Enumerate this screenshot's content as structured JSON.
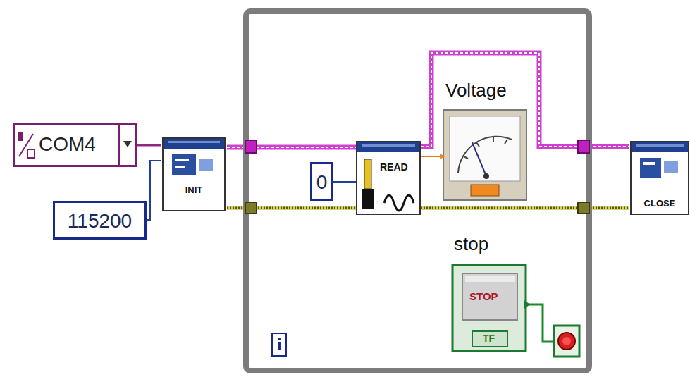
{
  "diagram": {
    "nodes": [
      {
        "text": [
          "COM4"
        ]
      },
      {
        "text": [
          "115200"
        ]
      },
      {
        "text": [
          "INIT"
        ]
      },
      {
        "text": [
          "i"
        ]
      },
      {
        "text": [
          "0"
        ],
        "in": 3
      },
      {
        "text": [
          "READ"
        ],
        "in": 3
      },
      {
        "text": [
          "Voltage"
        ],
        "in": 3
      },
      {
        "text": [
          "stop",
          "STOP",
          "TF"
        ],
        "in": 3
      },
      {
        "text": [
          "CLOSE"
        ]
      }
    ],
    "edges": [
      {
        "from": 0,
        "to": 2,
        "arrow": "none"
      },
      {
        "from": 1,
        "to": 2,
        "arrow": "none"
      },
      {
        "from": 2,
        "to": 5,
        "arrow": "none"
      },
      {
        "from": 2,
        "to": 5,
        "arrow": "none"
      },
      {
        "from": 4,
        "to": 5,
        "arrow": "none"
      },
      {
        "from": 5,
        "to": 6,
        "arrow": "none"
      },
      {
        "from": 5,
        "to": 8,
        "arrow": "none"
      },
      {
        "from": 5,
        "to": 8,
        "arrow": "none"
      }
    ]
  }
}
